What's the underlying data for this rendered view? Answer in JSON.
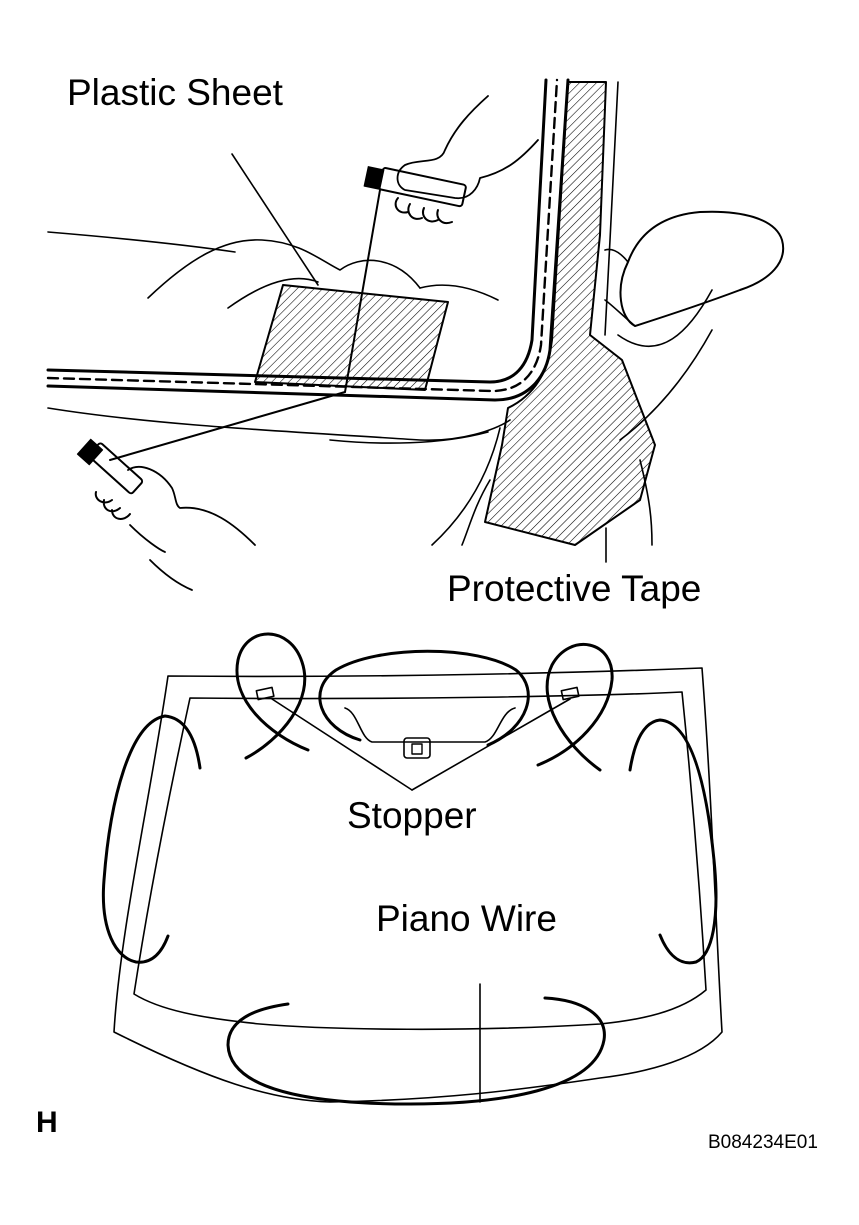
{
  "labels": {
    "plastic_sheet": "Plastic Sheet",
    "protective_tape": "Protective Tape",
    "stopper": "Stopper",
    "piano_wire": "Piano Wire",
    "panel_letter": "H",
    "figure_code": "B084234E01"
  },
  "colors": {
    "line": "#000000",
    "background": "#ffffff"
  }
}
